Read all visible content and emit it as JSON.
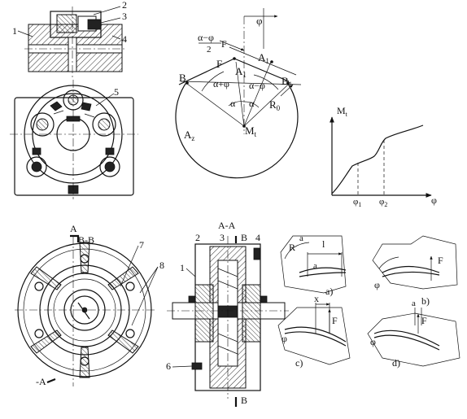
{
  "fig_tl": {
    "labels": [
      "1",
      "2",
      "3",
      "4",
      "5"
    ]
  },
  "fig_tc": {
    "phi": "φ",
    "alpha_minus_phi_over2": "α−φ",
    "two": "2",
    "F_top": "F",
    "F": "F",
    "A1": "A",
    "A1_sub": "1",
    "A1p": "A",
    "A1p_sub": "1",
    "B": "B",
    "B1": "B",
    "B1_sub": "1",
    "alpha_plus_phi": "α+φ",
    "alpha_minus_phi": "α−φ",
    "alpha_l": "α",
    "alpha_r": "α",
    "R0": "R",
    "R0_sub": "0",
    "Az": "A",
    "Az_sub": "z",
    "Mt": "M",
    "Mt_sub": "t"
  },
  "fig_graph": {
    "ylabel": "M",
    "ylabel_sub": "t",
    "xlabel": "φ",
    "phi1": "φ",
    "phi1_sub": "1",
    "phi2": "φ",
    "phi2_sub": "2"
  },
  "fig_bl": {
    "A_top": "A",
    "BB": "B-B",
    "n7": "7",
    "n8": "8",
    "A_bot": "-A"
  },
  "fig_bc": {
    "AA": "A-A",
    "B_top": "B",
    "n1": "1",
    "n2": "2",
    "n3": "3",
    "n4": "4",
    "n6": "6",
    "B_bot": "B"
  },
  "fig_br": {
    "a_label": "a)",
    "b_label": "b)",
    "c_label": "c)",
    "d_label": "d)",
    "R": "R",
    "a1": "a",
    "a2": "a",
    "l": "l",
    "F_b": "F",
    "phi_b": "φ",
    "x": "x",
    "F_c": "F",
    "phi_c": "φ",
    "a_d": "a",
    "F_d": "F",
    "phi_d": "φ"
  }
}
